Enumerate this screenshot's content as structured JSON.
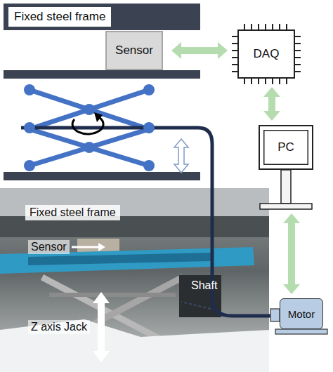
{
  "diagram": {
    "nodes": [
      {
        "text": [
          "Fixed steel frame"
        ]
      },
      {
        "text": [
          "Sensor"
        ]
      },
      {
        "text": [
          "DAQ"
        ]
      },
      {
        "text": [
          "PC"
        ]
      },
      {
        "text": [
          "Motor"
        ]
      }
    ],
    "edges": [
      {
        "from": 1,
        "to": 2,
        "arrow": "both"
      },
      {
        "from": 2,
        "to": 3,
        "arrow": "both"
      },
      {
        "from": 3,
        "to": 4,
        "arrow": "both"
      }
    ],
    "labels": [
      "Fixed steel frame",
      "Sensor",
      "Shaft",
      "Z axis Jack"
    ]
  }
}
